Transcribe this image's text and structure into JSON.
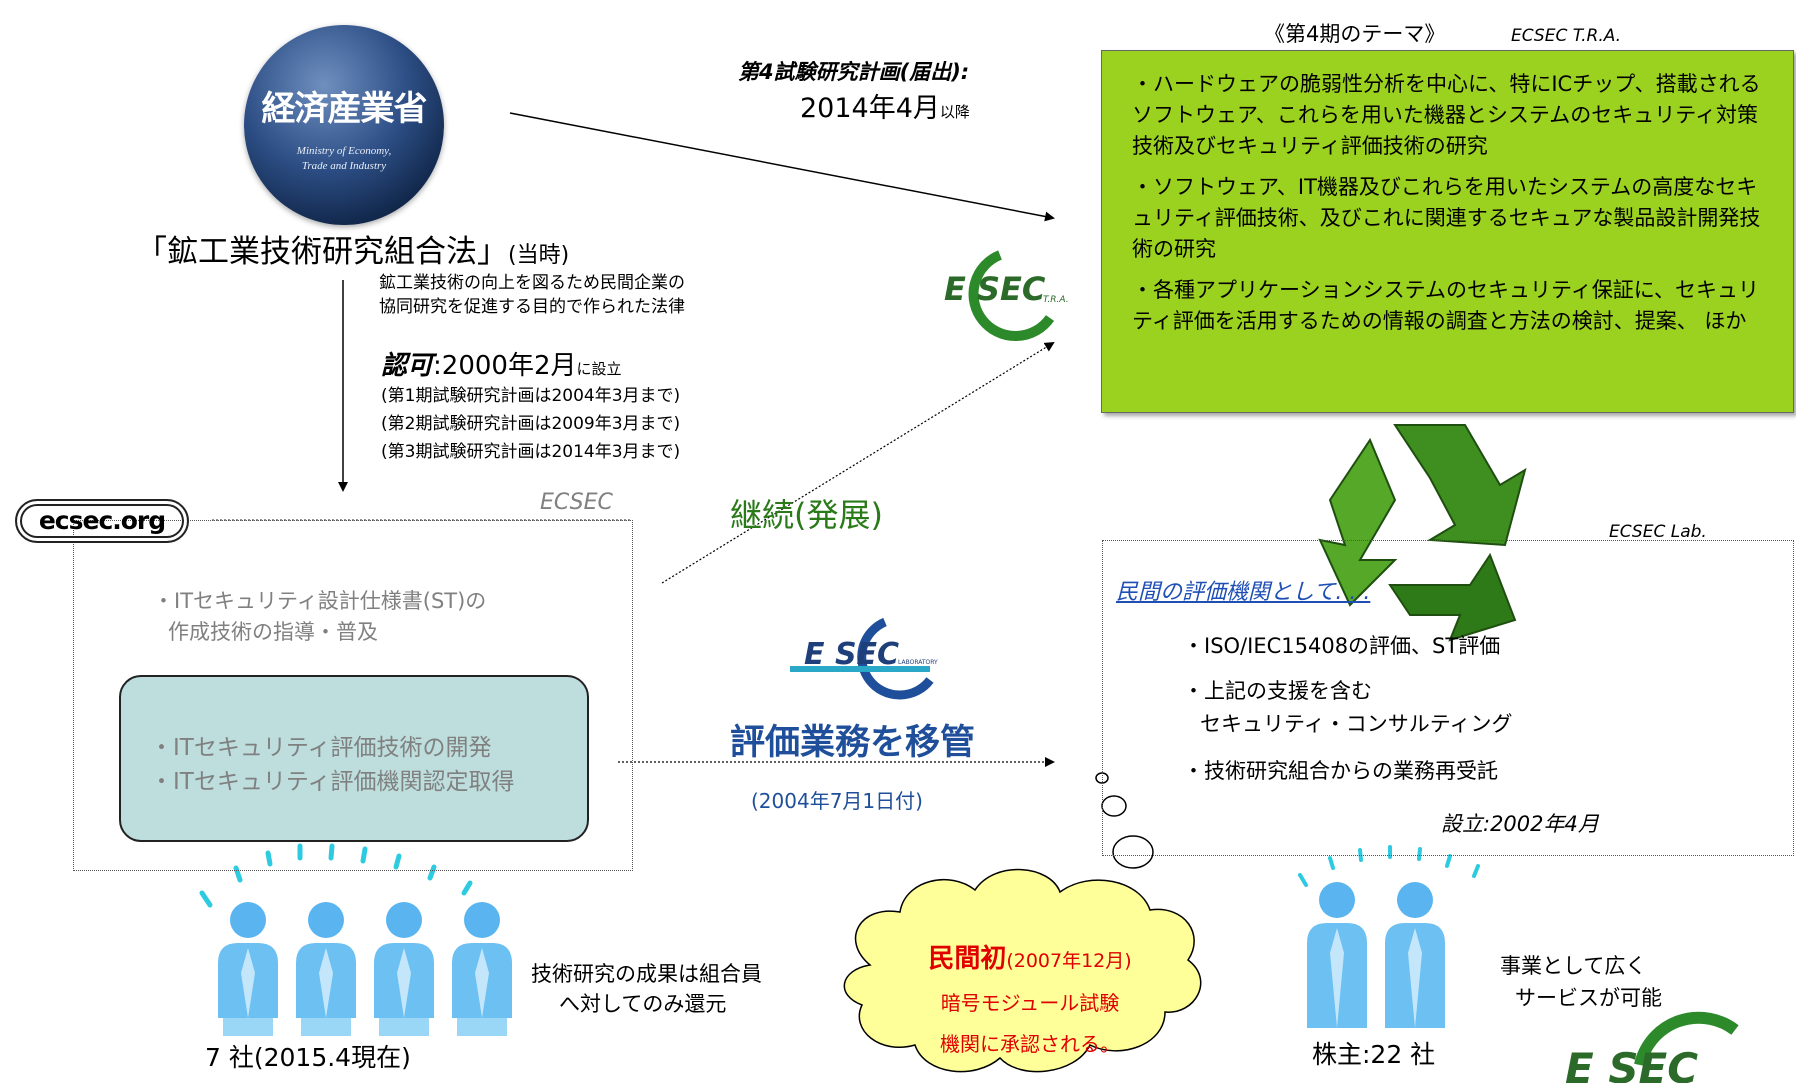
{
  "meti_logo": {
    "jp": "経済産業省",
    "en_line1": "Ministry of Economy,",
    "en_line2": "Trade and Industry"
  },
  "law": {
    "title": "「鉱工業技術研究組合法」",
    "title_suffix": "(当時)",
    "desc_line1": "鉱工業技術の向上を図るため民間企業の",
    "desc_line2": "協同研究を促進する目的で作られた法律"
  },
  "approval": {
    "label": "認可",
    "colon": ":",
    "date": "2000年2月",
    "suffix": "に設立",
    "plans": [
      "(第1期試験研究計画は2004年3月まで)",
      "(第2期試験研究計画は2009年3月まで)",
      "(第3期試験研究計画は2014年3月まで)"
    ]
  },
  "ecsec_org": {
    "logo": "ecsec.org",
    "box_label": "ECSEC",
    "st_line1": "・ITセキュリティ設計仕様書(ST)の",
    "st_line2": "作成技術の指導・普及",
    "eval_line1": "・ITセキュリティ評価技術の開発",
    "eval_line2": "・ITセキュリティ評価機関認定取得"
  },
  "members": {
    "count": "7 社(2015.4現在)",
    "note_line1": "技術研究の成果は組合員",
    "note_line2": "へ対してのみ還元"
  },
  "plan4": {
    "label": "第4試験研究計画(届出):",
    "date": "2014年4月",
    "date_suffix": "以降"
  },
  "continuation": "継続(発展)",
  "transfer": {
    "label": "評価業務を移管",
    "date": "(2004年7月1日付)"
  },
  "logos": {
    "tra_main": "E SEC",
    "tra_sub": "T.R.A.",
    "lab_main": "E SEC",
    "lab_sub": "LABORATORY"
  },
  "cloud": {
    "first": "民間初",
    "date": "(2007年12月)",
    "line2": "暗号モジュール試験",
    "line3": "機関に承認される。"
  },
  "theme": {
    "heading": "《第4期のテーマ》",
    "tra_label": "ECSEC T.R.A.",
    "items": [
      "・ハードウェアの脆弱性分析を中心に、特にICチップ、搭載されるソフトウェア、これらを用いた機器とシステムのセキュリティ対策技術及びセキュリティ評価技術の研究",
      "・ソフトウェア、IT機器及びこれらを用いたシステムの高度なセキュリティ評価技術、及びこれに関連するセキュアな製品設計開発技術の研究",
      "・各種アプリケーションシステムのセキュリティ保証に、セキュリティ評価を活用するための情報の調査と方法の検討、提案、 ほか"
    ]
  },
  "lab": {
    "label": "ECSEC Lab.",
    "heading": "民間の評価機関として. . .",
    "item1": "・ISO/IEC15408の評価、ST評価",
    "item2_line1": "・上記の支援を含む",
    "item2_line2": "セキュリティ・コンサルティング",
    "item3": "・技術研究組合からの業務再受託",
    "established": "設立:2002年4月"
  },
  "shareholders": "株主:22 社",
  "business": {
    "line1": "事業として広く",
    "line2": "サービスが可能"
  },
  "colors": {
    "theme_box": "#9bd11f",
    "eval_box": "#bedede",
    "transfer_text": "#1f4f9a",
    "continuation_text": "#2a7a1a",
    "cloud_fill": "#ffff99",
    "cloud_highlight": "#e00000"
  }
}
